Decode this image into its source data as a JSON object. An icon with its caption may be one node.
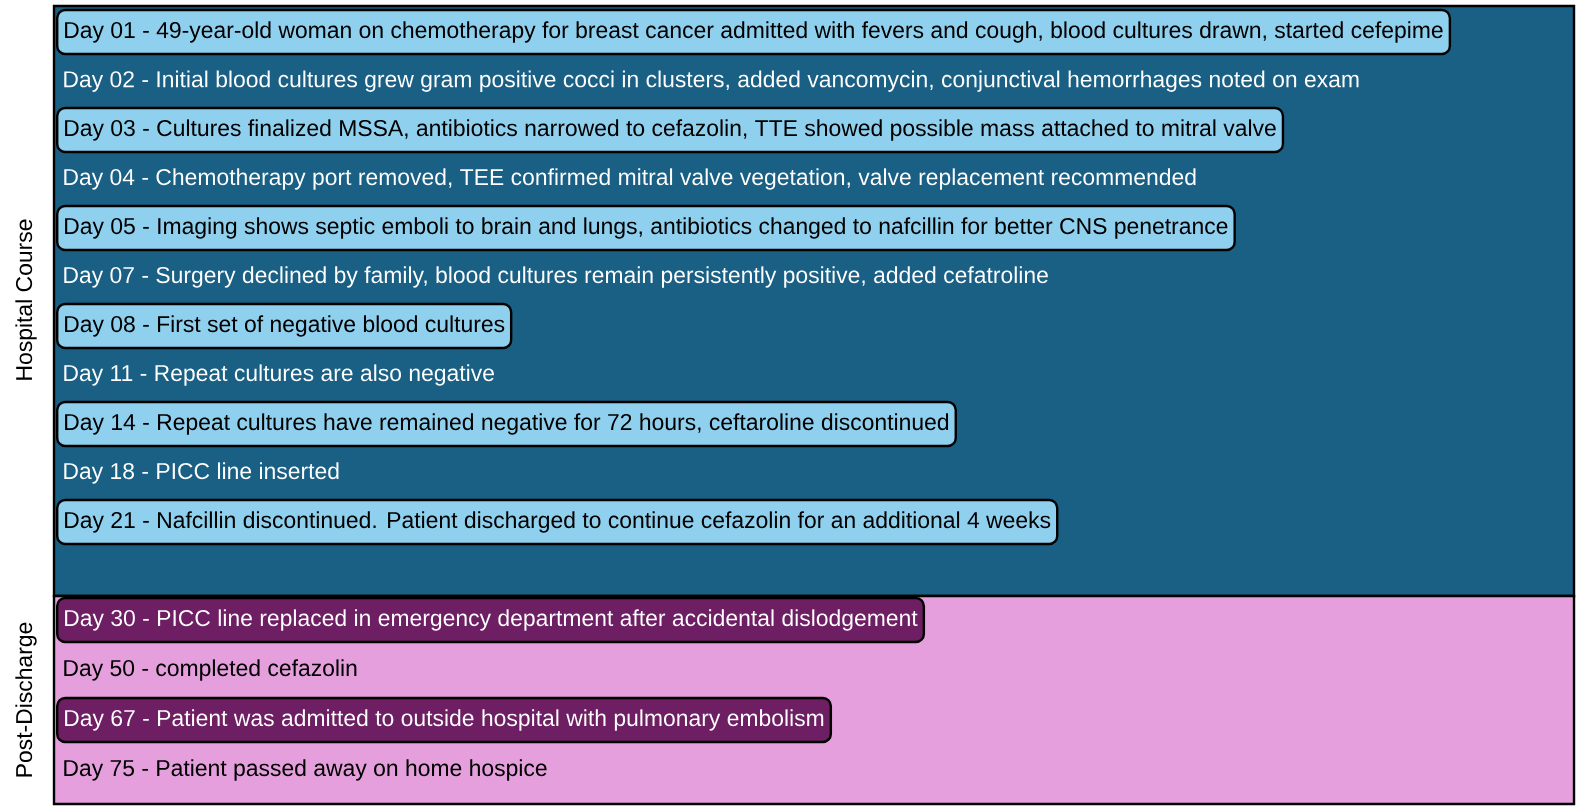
{
  "diagram": {
    "nodes": [
      {
        "text": [
          "Hospital Course"
        ]
      },
      {
        "text": [
          "Day 01 - 49-year-old woman on chemotherapy for breast cancer admitted with fevers and cough, blood cultures drawn, started cefepime"
        ],
        "in": 0
      },
      {
        "text": [
          "Day 02 - Initial blood cultures grew gram positive cocci in clusters, added vancomycin, conjunctival hemorrhages noted on exam"
        ],
        "in": 0
      },
      {
        "text": [
          "Day 03 - Cultures finalized MSSA, antibiotics narrowed to cefazolin, TTE showed possible mass attached to mitral valve"
        ],
        "in": 0
      },
      {
        "text": [
          "Day 04 - Chemotherapy port removed, TEE confirmed mitral valve vegetation, valve replacement recommended"
        ],
        "in": 0
      },
      {
        "text": [
          "Day 05 - Imaging shows septic emboli to brain and lungs, antibiotics changed to nafcillin for better CNS penetrance"
        ],
        "in": 0
      },
      {
        "text": [
          "Day 07 - Surgery declined by family, blood cultures remain persistently positive, added cefatroline"
        ],
        "in": 0
      },
      {
        "text": [
          "Day 08 - First set of negative blood cultures"
        ],
        "in": 0
      },
      {
        "text": [
          "Day 11 - Repeat cultures are also negative"
        ],
        "in": 0
      },
      {
        "text": [
          "Day 14 - Repeat cultures have remained negative for 72 hours, ceftaroline discontinued"
        ],
        "in": 0
      },
      {
        "text": [
          "Day 18 - PICC line inserted"
        ],
        "in": 0
      },
      {
        "text": [
          "Day 21 - Nafcillin discontinued. Patient discharged to continue cefazolin for an additional 4 weeks"
        ],
        "in": 0
      },
      {
        "text": [
          "Post-Discharge"
        ]
      },
      {
        "text": [
          "Day 30 - PICC line replaced in emergency department after accidental dislodgement"
        ],
        "in": 12
      },
      {
        "text": [
          "Day 50 - completed cefazolin"
        ],
        "in": 12
      },
      {
        "text": [
          "Day 67 - Patient was admitted to outside hospital with pulmonary embolism"
        ],
        "in": 12
      },
      {
        "text": [
          "Day 75 - Patient passed away on home hospice"
        ],
        "in": 12
      }
    ]
  }
}
